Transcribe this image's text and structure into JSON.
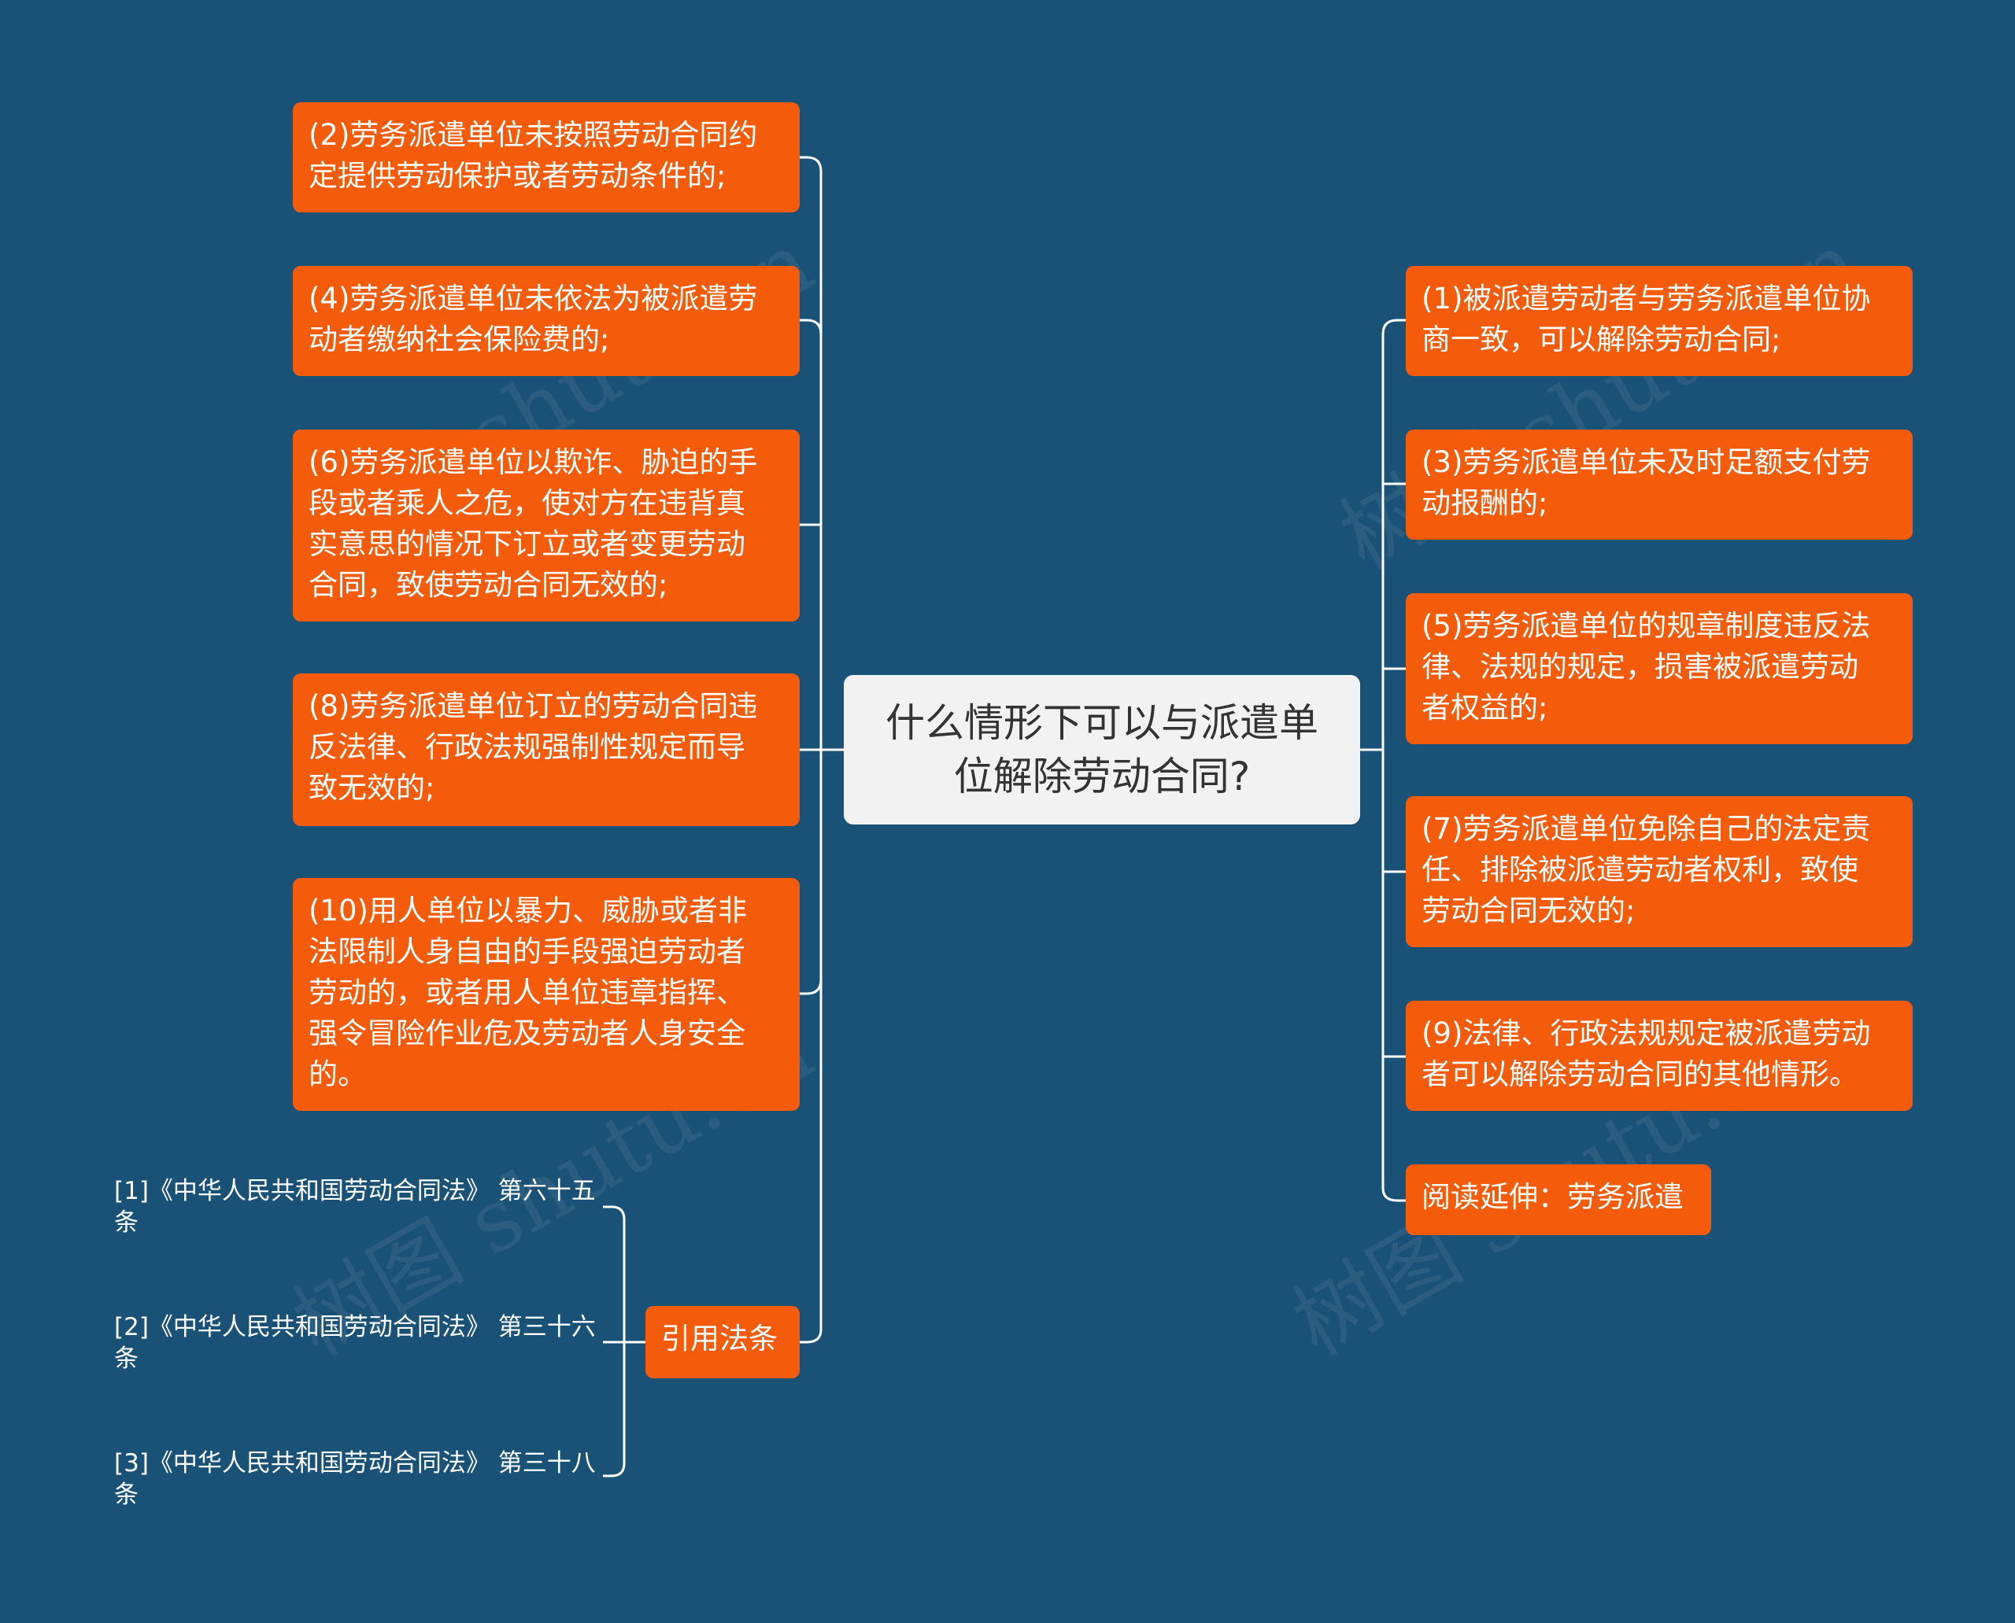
{
  "root": {
    "label": "什么情形下可以与派遣单\n位解除劳动合同?"
  },
  "left_nodes": [
    "(2)劳务派遣单位未按照劳动合同约\n定提供劳动保护或者劳动条件的;",
    "(4)劳务派遣单位未依法为被派遣劳\n动者缴纳社会保险费的;",
    "(6)劳务派遣单位以欺诈、胁迫的手\n段或者乘人之危，使对方在违背真\n实意思的情况下订立或者变更劳动\n合同，致使劳动合同无效的;",
    "(8)劳务派遣单位订立的劳动合同违\n反法律、行政法规强制性规定而导\n致无效的;",
    "(10)用人单位以暴力、威胁或者非\n法限制人身自由的手段强迫劳动者\n劳动的，或者用人单位违章指挥、\n强令冒险作业危及劳动者人身安全\n的。"
  ],
  "citations": {
    "label": "引用法条",
    "items": [
      "[1]《中华人民共和国劳动合同法》 第六十五\n条",
      "[2]《中华人民共和国劳动合同法》 第三十六\n条",
      "[3]《中华人民共和国劳动合同法》 第三十八\n条"
    ]
  },
  "right_nodes": [
    "(1)被派遣劳动者与劳务派遣单位协\n商一致，可以解除劳动合同;",
    "(3)劳务派遣单位未及时足额支付劳\n动报酬的;",
    "(5)劳务派遣单位的规章制度违反法\n律、法规的规定，损害被派遣劳动\n者权益的;",
    "(7)劳务派遣单位免除自己的法定责\n任、排除被派遣劳动者权利，致使\n劳动合同无效的;",
    "(9)法律、行政法规规定被派遣劳动\n者可以解除劳动合同的其他情形。",
    "阅读延伸：劳务派遣"
  ],
  "watermark": "树图 shutu.cn",
  "colors": {
    "background": "#1a5177",
    "node": "#f45c0c",
    "root": "#f2f2f2",
    "line": "#ffffff"
  }
}
